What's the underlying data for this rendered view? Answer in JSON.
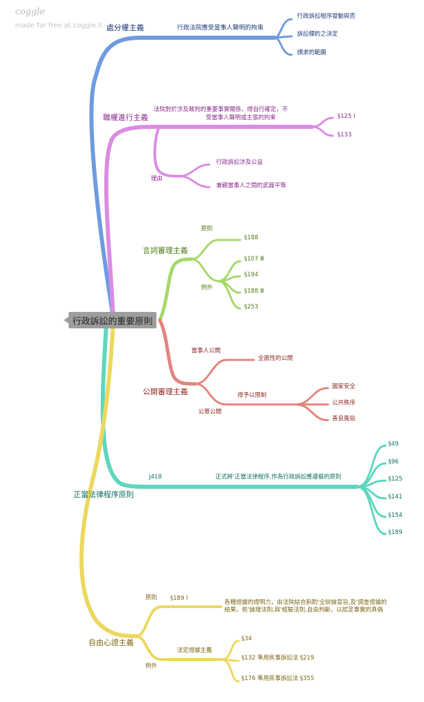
{
  "watermark": {
    "logo": "coggle",
    "sub": "made for free at coggle.it"
  },
  "root": "行政訴訟的重要原則",
  "branches": {
    "disposition": {
      "title": "處分權主義",
      "desc": "行政法院應受當事人聲明的拘束",
      "items": [
        "行政訴訟程序發動與否",
        "訴訟標的之決定",
        "請求的範圍"
      ]
    },
    "ex_officio": {
      "title": "職權進行主義",
      "desc_line1": "法院對於涉及裁判的重要事實關係，得自行確定，不",
      "desc_line2": "受當事人聲明或主張的拘束",
      "articles": [
        "§125 Ⅰ",
        "§133"
      ],
      "reason": "理由",
      "reasons": [
        "行政訴訟涉及公益",
        "兼顧當事人之間的武器平等"
      ]
    },
    "oral": {
      "title": "言詞審理主義",
      "principle": "原則",
      "principle_items": [
        "§188"
      ],
      "exception": "例外",
      "exception_items": [
        "§107 Ⅲ",
        "§194",
        "§188 Ⅲ",
        "§253"
      ]
    },
    "public": {
      "title": "公開審理主義",
      "party": "當事人公開",
      "party_items": [
        "全面性的公開"
      ],
      "general": "公眾公開",
      "restrict": "得予以限制",
      "restrict_items": [
        "國家安全",
        "公共秩序",
        "善良風俗"
      ]
    },
    "due_process": {
      "title": "正當法律程序原則",
      "ref": "J418",
      "desc": "正式將'正當法律程序,作為行政訴訟應遵循的原則",
      "items": [
        "§49",
        "§96",
        "§125",
        "§141",
        "§154",
        "§189"
      ]
    },
    "free_evidence": {
      "title": "自由心證主義",
      "principle": "原則",
      "principle_ref": "§189 Ⅰ",
      "principle_desc_line1": "各種證據的證明力，由法院綜合斟酌'全辯論意旨,及'調查證據的",
      "principle_desc_line2": "結果。依'論理法則,與'經驗法則,自由判斷，以認定事實的真偽",
      "exception": "例外",
      "statutory": "法定證據主義",
      "statutory_items": [
        "§34",
        "§132 準用民事訴訟法 §219",
        "§176 準用民事訴訟法 §355"
      ]
    }
  },
  "colors": {
    "blue": "#6f9be0",
    "purple": "#da8ce3",
    "green": "#a6d86a",
    "red": "#e3857d",
    "teal": "#5fd6be",
    "yellow": "#ecd85e",
    "root": "#9e9e9e"
  }
}
